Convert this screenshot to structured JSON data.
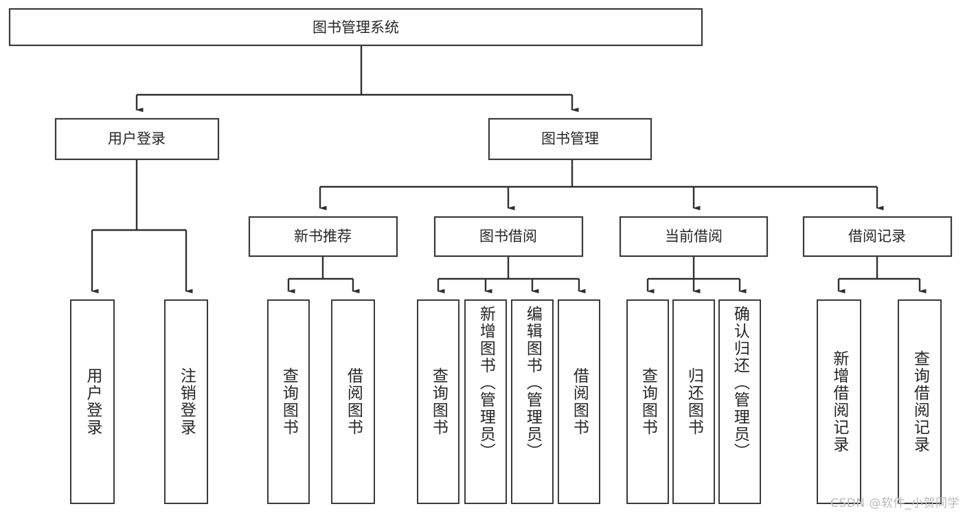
{
  "diagram": {
    "title": "图书管理系统",
    "watermark": "CSDN @软件_小贺同学",
    "background_color": "#ffffff",
    "stroke_color": "#3a3a3a",
    "text_color": "#262626",
    "watermark_color": "#b9b9b9",
    "type": "hierarchy-tree",
    "root": {
      "label": "图书管理系统",
      "children": [
        {
          "label": "用户登录",
          "children": [
            {
              "label": "用户登录"
            },
            {
              "label": "注销登录"
            }
          ]
        },
        {
          "label": "图书管理",
          "children": [
            {
              "label": "新书推荐",
              "children": [
                {
                  "label": "查询图书"
                },
                {
                  "label": "借阅图书"
                }
              ]
            },
            {
              "label": "图书借阅",
              "children": [
                {
                  "label": "查询图书"
                },
                {
                  "label": "新增图书（管理员）"
                },
                {
                  "label": "编辑图书（管理员）"
                },
                {
                  "label": "借阅图书"
                }
              ]
            },
            {
              "label": "当前借阅",
              "children": [
                {
                  "label": "查询图书"
                },
                {
                  "label": "归还图书"
                },
                {
                  "label": "确认归还（管理员）"
                }
              ]
            },
            {
              "label": "借阅记录",
              "children": [
                {
                  "label": "新增借阅记录"
                },
                {
                  "label": "查询借阅记录"
                }
              ]
            }
          ]
        }
      ]
    },
    "nodes": {
      "root_title": "图书管理系统",
      "level2": [
        "用户登录",
        "图书管理"
      ],
      "level3": [
        "新书推荐",
        "图书借阅",
        "当前借阅",
        "借阅记录"
      ],
      "leaves": [
        "用户登录",
        "注销登录",
        "查询图书",
        "借阅图书",
        "查询图书",
        "新增图书（管理员）",
        "编辑图书（管理员）",
        "借阅图书",
        "查询图书",
        "归还图书",
        "确认归还（管理员）",
        "新增借阅记录",
        "查询借阅记录"
      ]
    }
  }
}
